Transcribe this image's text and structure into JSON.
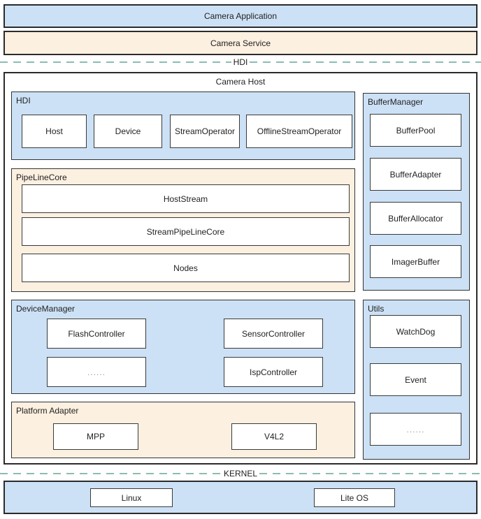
{
  "layers": {
    "application": "Camera Application",
    "service": "Camera Service"
  },
  "dividers": {
    "hdi": "HDI",
    "kernel": "KERNEL"
  },
  "camera_host": {
    "title": "Camera Host",
    "sections": {
      "hdi": {
        "label": "HDI",
        "items": [
          "Host",
          "Device",
          "StreamOperator",
          "OfflineStreamOperator"
        ]
      },
      "pipeline_core": {
        "label": "PipeLineCore",
        "items": [
          "HostStream",
          "StreamPipeLineCore",
          "Nodes"
        ]
      },
      "device_manager": {
        "label": "DeviceManager",
        "items": [
          "FlashController",
          "SensorController",
          "......",
          "IspController"
        ]
      },
      "platform_adapter": {
        "label": "Platform Adapter",
        "items": [
          "MPP",
          "V4L2"
        ]
      },
      "buffer_manager": {
        "label": "BufferManager",
        "items": [
          "BufferPool",
          "BufferAdapter",
          "BufferAllocator",
          "ImagerBuffer"
        ]
      },
      "utils": {
        "label": "Utils",
        "items": [
          "WatchDog",
          "Event",
          "......"
        ]
      }
    }
  },
  "kernel": {
    "items": [
      "Linux",
      "Lite OS"
    ]
  },
  "colors": {
    "layer_blue": "#cce1f5",
    "layer_cream": "#fcf0e0",
    "node_white": "#ffffff",
    "border_dark": "#2b2b2b",
    "dash_teal": "#8bbcb4"
  }
}
